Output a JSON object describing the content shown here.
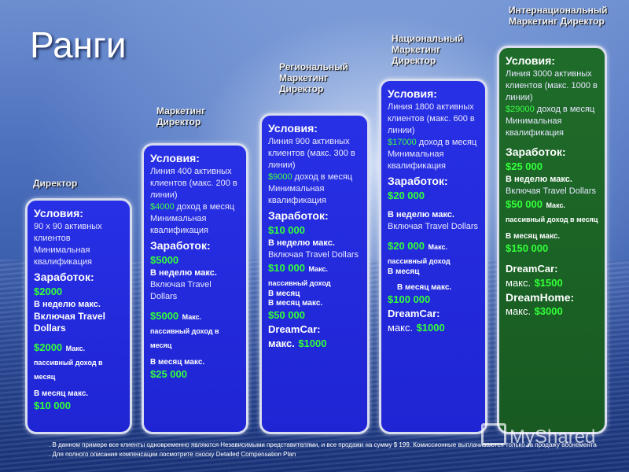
{
  "title": "Ранги",
  "ranks": [
    {
      "name": "Директор",
      "conditions_label": "Условия:",
      "conditions": [
        "90 x 90 активных клиентов",
        "Минимальная квалификация"
      ],
      "earnings_label": "Заработок:",
      "earnings_amount": "$2000",
      "week_max": "В неделю макс.",
      "travel": "Включая Travel Dollars",
      "passive_amount": "$2000",
      "passive_text": "Макс. пассивный доход в месяц",
      "month_max": "В месяц макс.",
      "month_amount": "$10 000"
    },
    {
      "name": "Маркетинг Директор",
      "conditions_label": "Условия:",
      "line_text": "Линия 400 активных клиентов (макс. 200 в линии)",
      "income_amount": "$4000",
      "income_text": "доход в месяц",
      "qualification": "Минимальная квалификация",
      "earnings_label": "Заработок:",
      "earnings_amount": "$5000",
      "week_max": "В неделю макс.",
      "travel": "Включая Travel Dollars",
      "passive_amount": "$5000",
      "passive_text": "Макс. пассивный доход в месяц",
      "month_max": "В месяц макс.",
      "month_amount": "$25 000"
    },
    {
      "name": "Региональный Маркетинг Директор",
      "conditions_label": "Условия:",
      "line_text": "Линия 900 активных клиентов (макс. 300 в линии)",
      "income_amount": "$9000",
      "income_text": "доход в месяц",
      "qualification": "Минимальная квалификация",
      "earnings_label": "Заработок:",
      "earnings_amount": "$10 000",
      "week_max": "В неделю макс.",
      "travel": "Включая Travel Dollars",
      "passive_amount": "$10 000",
      "passive_text": "Макс. пассивный доход",
      "passive_tail": "В месяц",
      "month_max": "В месяц макс.",
      "month_amount": "$50 000",
      "car_label": "DreamCar:",
      "car_max": "макс.",
      "car_amount": "$1000"
    },
    {
      "name": "Национальный Маркетинг Директор",
      "conditions_label": "Условия:",
      "line_text": "Линия 1800 активных клиентов (макс. 600 в линии)",
      "income_amount": "$17000",
      "income_text": "доход в месяц",
      "qualification": "Минимальная квалификация",
      "earnings_label": "Заработок:",
      "earnings_amount": "$20 000",
      "week_max": "В неделю макс.",
      "travel": "Включая Travel Dollars",
      "passive_amount": "$20 000",
      "passive_text": "Макс. пассивный доход",
      "passive_tail": "В месяц",
      "month_max": "В месяц макс.",
      "month_amount": "$100 000",
      "car_label": "DreamCar:",
      "car_max": "макс.",
      "car_amount": "$1000"
    },
    {
      "name": "Интернациональный Маркетинг Директор",
      "conditions_label": "Условия:",
      "line_text": "Линия 3000 активных клиентов (макс. 1000 в линии)",
      "income_amount": "$29000",
      "income_text": "доход в месяц",
      "qualification": "Минимальная квалификация",
      "earnings_label": "Заработок:",
      "earnings_amount": "$25 000",
      "week_max": "В неделю макс.",
      "travel": "Включая Travel Dollars",
      "passive_amount": "$50 000",
      "passive_text": "Макс. пассивный доход в месяц",
      "month_max": "В месяц макс.",
      "month_amount": "$150 000",
      "car_label": "DreamCar:",
      "car_max": "макс.",
      "car_amount": "$1500",
      "home_label": "DreamHome:",
      "home_max": "макс.",
      "home_amount": "$3000"
    }
  ],
  "footer": ". В данном примере все клиенты одновременно являются Независимыми представителями, и все продажи на сумму $ 199. Комиссионные выплачиваются только за продажу абонемента . Для полного описания компенсации посмотрите сноску Detailed Compensation Plan",
  "watermark": "MyShared"
}
